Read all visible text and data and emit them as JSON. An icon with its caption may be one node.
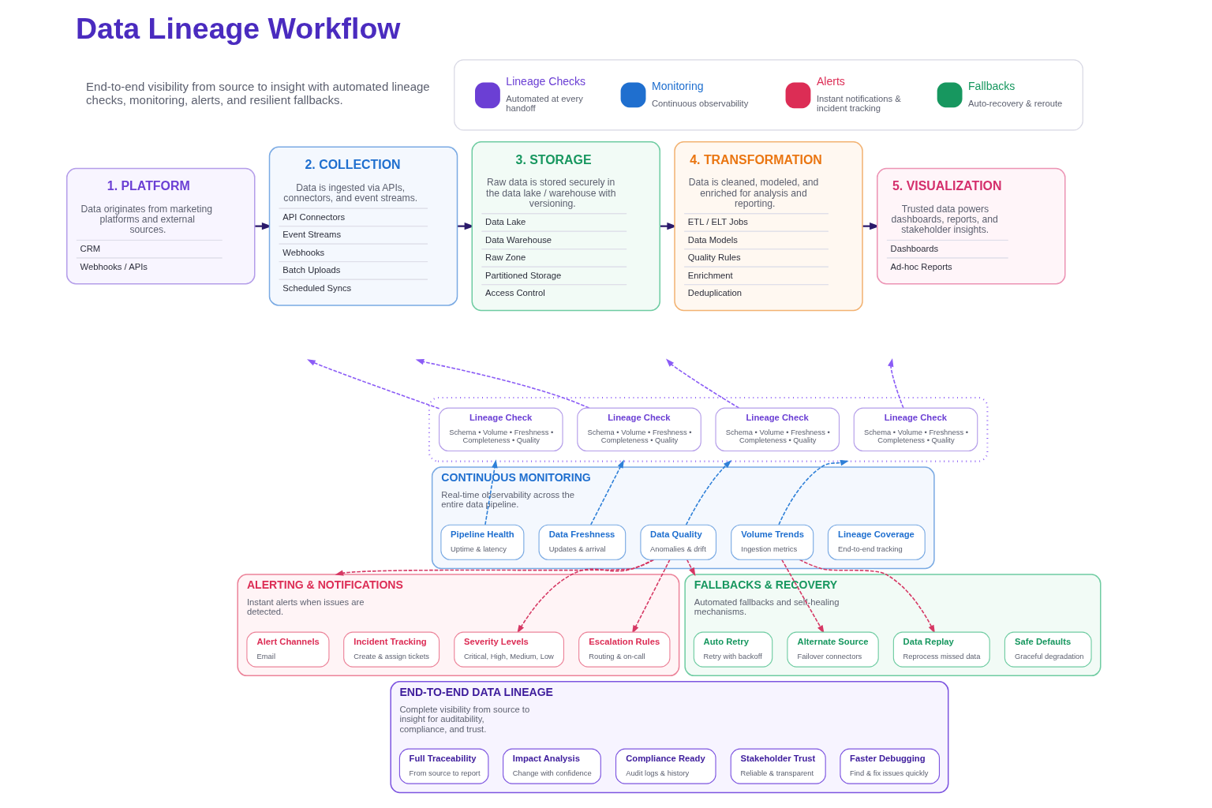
{
  "diagram": {
    "title": "Data Lineage Workflow",
    "nodes": [
      {
        "text": [],
        "shape": "box"
      },
      {
        "text": [
          "Lineage Checks",
          "Automated at every handoff"
        ],
        "in": 0
      },
      {
        "text": [
          "Monitoring",
          "Continuous observability"
        ],
        "in": 0
      },
      {
        "text": [
          "Alerts",
          "Instant notifications & incident tracking"
        ],
        "in": 0
      },
      {
        "text": [
          "Fallbacks",
          "Auto-recovery & reroute"
        ],
        "in": 0
      },
      {
        "text": [
          "1. PLATFORM",
          "Data originates from marketing platforms and external sources.",
          "CRM",
          "Webhooks / APIs"
        ]
      },
      {
        "text": [
          "2. COLLECTION",
          "Data is ingested via APIs, connectors, and event streams.",
          "API Connectors",
          "Event Streams",
          "Webhooks",
          "Batch Uploads",
          "Scheduled Syncs"
        ]
      },
      {
        "text": [
          "3. STORAGE",
          "Raw data is stored securely in the data lake / warehouse with versioning.",
          "Data Lake",
          "Data Warehouse",
          "Raw Zone",
          "Partitioned Storage",
          "Access Control"
        ]
      },
      {
        "text": [
          "4. TRANSFORMATION",
          "Data is cleaned, modeled, and enriched for analysis and reporting.",
          "ETL / ELT Jobs",
          "Data Models",
          "Quality Rules",
          "Enrichment",
          "Deduplication"
        ]
      },
      {
        "text": [
          "5. VISUALIZATION",
          "Trusted data powers dashboards, reports, and stakeholder insights.",
          "Dashboards",
          "Ad-hoc Reports"
        ]
      },
      {
        "text": [],
        "shape": "box"
      },
      {
        "text": [
          "Lineage Check",
          "Schema • Volume • Freshness • Completeness • Quality"
        ],
        "in": 10
      },
      {
        "text": [
          "Lineage Check",
          "Schema • Volume • Freshness • Completeness • Quality"
        ],
        "in": 10
      },
      {
        "text": [
          "Lineage Check",
          "Schema • Volume • Freshness • Completeness • Quality"
        ],
        "in": 10
      },
      {
        "text": [
          "Lineage Check",
          "Schema • Volume • Freshness • Completeness • Quality"
        ],
        "in": 10
      },
      {
        "text": [
          "CONTINUOUS MONITORING",
          "Real-time observability across the entire data pipeline."
        ]
      },
      {
        "text": [
          "Pipeline Health",
          "Uptime & latency"
        ],
        "in": 15
      },
      {
        "text": [
          "Data Freshness",
          "Updates & arrival"
        ],
        "in": 15
      },
      {
        "text": [
          "Data Quality",
          "Anomalies & drift"
        ],
        "in": 15
      },
      {
        "text": [
          "Volume Trends",
          "Ingestion metrics"
        ],
        "in": 15
      },
      {
        "text": [
          "Lineage Coverage",
          "End-to-end tracking"
        ],
        "in": 15
      },
      {
        "text": [
          "ALERTING & NOTIFICATIONS",
          "Instant alerts when issues are detected."
        ]
      },
      {
        "text": [
          "Alert Channels",
          "Email"
        ],
        "in": 21
      },
      {
        "text": [
          "Incident Tracking",
          "Create & assign tickets"
        ],
        "in": 21
      },
      {
        "text": [
          "Severity Levels",
          "Critical, High, Medium, Low"
        ],
        "in": 21
      },
      {
        "text": [
          "Escalation Rules",
          "Routing & on-call"
        ],
        "in": 21
      },
      {
        "text": [
          "FALLBACKS & RECOVERY",
          "Automated fallbacks and self-healing mechanisms."
        ]
      },
      {
        "text": [
          "Auto Retry",
          "Retry with backoff"
        ],
        "in": 26
      },
      {
        "text": [
          "Alternate Source",
          "Failover connectors"
        ],
        "in": 26
      },
      {
        "text": [
          "Data Replay",
          "Reprocess missed data"
        ],
        "in": 26
      },
      {
        "text": [
          "Safe Defaults",
          "Graceful degradation"
        ],
        "in": 26
      },
      {
        "text": [
          "END-TO-END DATA LINEAGE",
          "Complete visibility from source to insight for auditability, compliance, and trust."
        ]
      },
      {
        "text": [
          "Full Traceability",
          "From source to report"
        ],
        "in": 31
      },
      {
        "text": [
          "Impact Analysis",
          "Change with confidence"
        ],
        "in": 31
      },
      {
        "text": [
          "Compliance Ready",
          "Audit logs & history"
        ],
        "in": 31
      },
      {
        "text": [
          "Stakeholder Trust",
          "Reliable & transparent"
        ],
        "in": 31
      },
      {
        "text": [
          "Faster Debugging",
          "Find & fix issues quickly"
        ],
        "in": 31
      }
    ],
    "edges": [
      {
        "from": 5,
        "to": 6,
        "arrow": "to",
        "color": "#2b1a6b"
      },
      {
        "from": 6,
        "to": 7,
        "arrow": "to",
        "color": "#2b1a6b"
      },
      {
        "from": 7,
        "to": 8,
        "arrow": "to",
        "color": "#2b1a6b"
      },
      {
        "from": 8,
        "to": 9,
        "arrow": "to",
        "color": "#2b1a6b"
      },
      {
        "from": 11,
        "to": null,
        "arrow": "to",
        "style": "dashed",
        "color": "#8b5cf6"
      },
      {
        "from": 12,
        "to": null,
        "arrow": "to",
        "style": "dashed",
        "color": "#8b5cf6"
      },
      {
        "from": 13,
        "to": null,
        "arrow": "to",
        "style": "dashed",
        "color": "#8b5cf6"
      },
      {
        "from": 14,
        "to": null,
        "arrow": "to",
        "style": "dashed",
        "color": "#8b5cf6"
      },
      {
        "from": 16,
        "to": 10,
        "arrow": "to",
        "style": "dashed",
        "color": "#2f80d8"
      },
      {
        "from": 17,
        "to": 10,
        "arrow": "to",
        "style": "dashed",
        "color": "#2f80d8"
      },
      {
        "from": 18,
        "to": 10,
        "arrow": "to",
        "style": "dashed",
        "color": "#2f80d8"
      },
      {
        "from": 19,
        "to": 10,
        "arrow": "to",
        "style": "dashed",
        "color": "#2f80d8"
      },
      {
        "from": 18,
        "to": 21,
        "arrow": "to",
        "style": "dashed",
        "color": "#d63864"
      },
      {
        "from": 18,
        "to": 24,
        "arrow": "to",
        "style": "dashed",
        "color": "#d63864"
      },
      {
        "from": 18,
        "to": 25,
        "arrow": "to",
        "style": "dashed",
        "color": "#d63864"
      },
      {
        "from": 18,
        "to": 26,
        "arrow": "to",
        "style": "dashed",
        "color": "#d63864"
      },
      {
        "from": 19,
        "to": 28,
        "arrow": "to",
        "style": "dashed",
        "color": "#d63864"
      },
      {
        "from": 19,
        "to": 29,
        "arrow": "to",
        "style": "dashed",
        "color": "#d63864"
      }
    ],
    "labels": [
      "End-to-end visibility from source to insight with automated lineage checks, monitoring, alerts, and resilient fallbacks."
    ]
  }
}
